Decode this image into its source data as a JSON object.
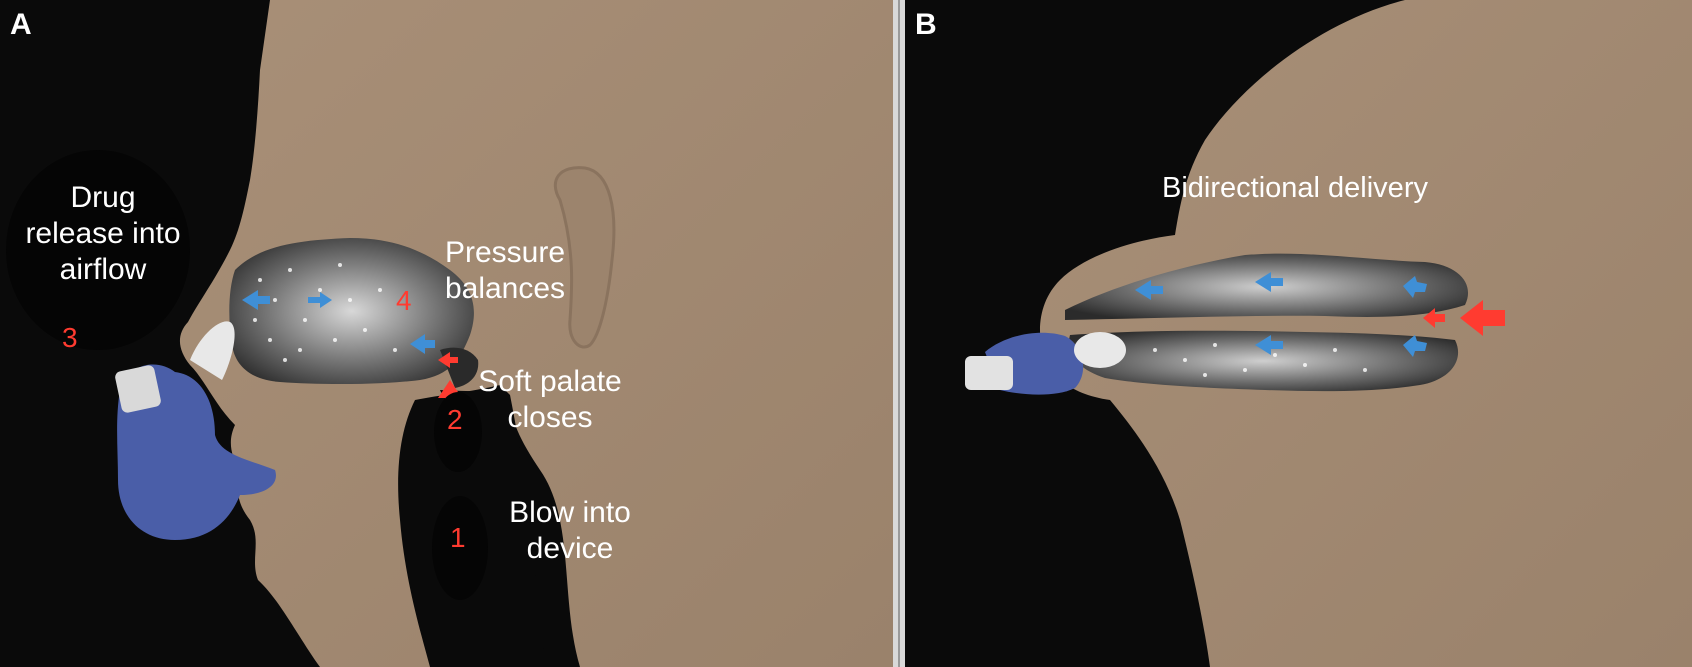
{
  "panel_a": {
    "label": "A",
    "annotations": {
      "drug_release": "Drug release into airflow",
      "pressure_balances": "Pressure balances",
      "soft_palate": "Soft palate closes",
      "blow_into_device": "Blow into device"
    },
    "step_numbers": {
      "one": "1",
      "two": "2",
      "three": "3",
      "four": "4"
    }
  },
  "panel_b": {
    "label": "B",
    "annotations": {
      "bidirectional": "Bidirectional delivery"
    }
  },
  "colors": {
    "skin": "#a38a72",
    "background": "#0a0a0a",
    "device": "#4a5ea8",
    "arrow_blue": "#3f8fd6",
    "arrow_red": "#ff3b30"
  }
}
